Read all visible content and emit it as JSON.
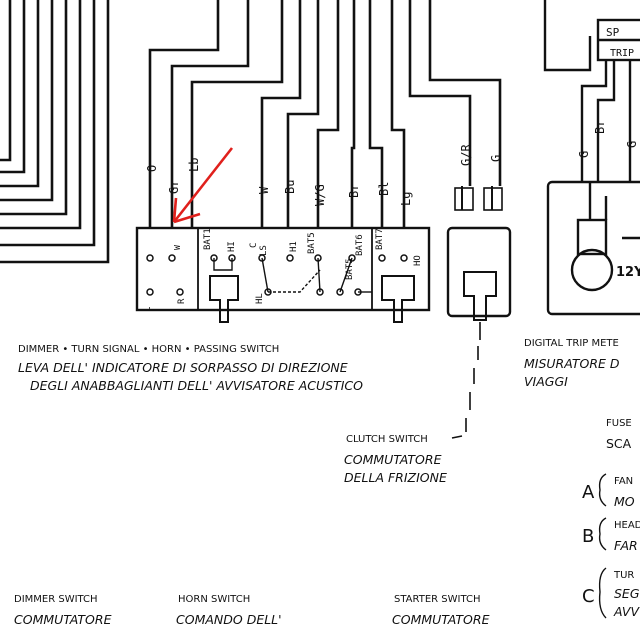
{
  "wire_colors_top": {
    "o": "O",
    "gr": "Gr",
    "lb": "Lb",
    "w": "W",
    "bu": "Bu",
    "wg": "W/G",
    "br": "Br",
    "bl": "Bl",
    "lg": "Lg",
    "gr2": "G/R",
    "g": "G",
    "g3": "G",
    "br3": "Br",
    "g4": "G"
  },
  "switch_terminals": {
    "bat1": "BAT1",
    "hi": "HI",
    "c": "C",
    "ls": "LS",
    "h1": "H1",
    "bat5": "BAT5",
    "bat6": "BAT6",
    "bat7": "BAT7",
    "ho": "HO",
    "l": "L",
    "r": "R",
    "w": "W",
    "hl": "HL",
    "bat5b": "BAT5"
  },
  "meter": {
    "sp": "SP",
    "trip": "TRIP",
    "lamp": "12Y"
  },
  "labels": {
    "dimmer_en": "DIMMER • TURN SIGNAL • HORN • PASSING SWITCH",
    "dimmer_it1": "LEVA DELL' INDICATORE DI SORPASSO DI DIREZIONE",
    "dimmer_it2": "DEGLI ANABBAGLIANTI DELL' AVVISATORE ACUSTICO",
    "clutch_en": "CLUTCH SWITCH",
    "clutch_it1": "COMMUTATORE",
    "clutch_it2": "DELLA FRIZIONE",
    "digital_en": "DIGITAL TRIP METE",
    "digital_it1": "MISURATORE D",
    "digital_it2": "VIAGGI",
    "fuse_en": "FUSE",
    "fuse_it": "SCA",
    "fuse_a": "A",
    "fuse_a1": "FAN",
    "fuse_a2": "MO",
    "fuse_b": "B",
    "fuse_b1": "HEAD",
    "fuse_b2": "FAR",
    "fuse_c": "C",
    "fuse_c1": "TUR",
    "fuse_c2": "SEG",
    "fuse_c3": "AVV",
    "dimmer_sw_en": "DIMMER SWITCH",
    "dimmer_sw_it": "COMMUTATORE",
    "horn_sw_en": "HORN SWITCH",
    "horn_sw_it": "COMANDO DELL'",
    "starter_sw_en": "STARTER SWITCH",
    "starter_sw_it": "COMMUTATORE"
  },
  "colors": {
    "ink": "#111111",
    "arrow": "#e0201c",
    "paper": "#ffffff"
  }
}
